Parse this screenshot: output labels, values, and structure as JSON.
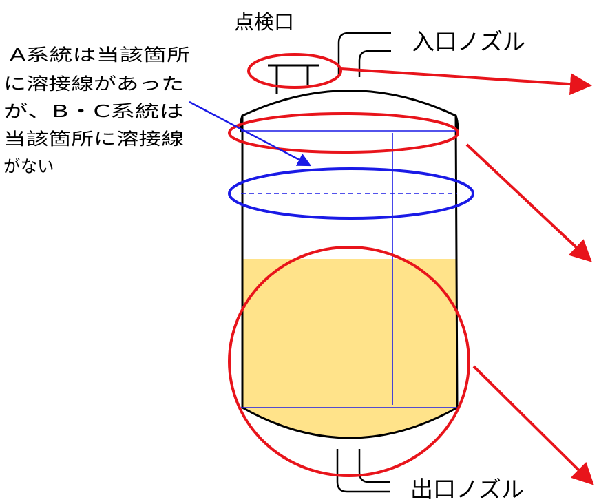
{
  "labels": {
    "inspection_port": "点検口",
    "inlet_nozzle": "入口ノズル",
    "outlet_nozzle": "出口ノズル"
  },
  "note": {
    "lines": [
      "A系統は当該箇所",
      "に溶接線があった",
      "が、B・C系統は",
      "当該箇所に溶接線",
      "がない"
    ]
  },
  "colors": {
    "liquid": "#FFE38A",
    "weld_line": "#1A1AE6",
    "highlight_red": "#E8141B",
    "highlight_blue": "#1A1AE6",
    "outline": "#000000"
  }
}
